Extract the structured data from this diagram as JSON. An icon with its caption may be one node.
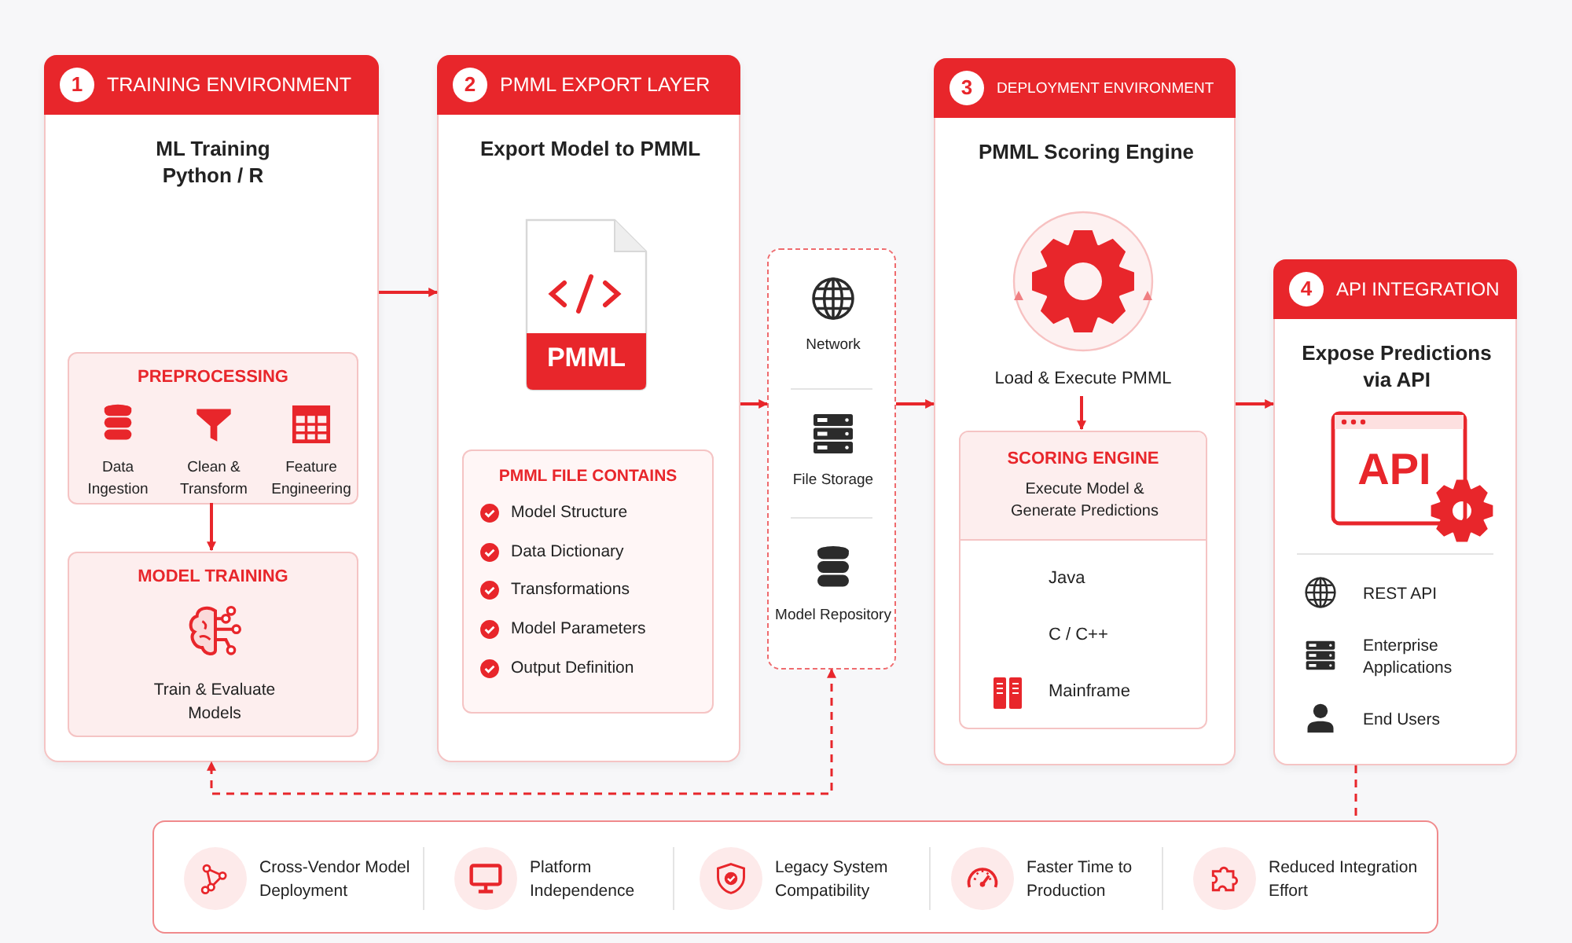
{
  "diagram": {
    "nodes": [
      {
        "text": [
          "1",
          "TRAINING ENVIRONMENT",
          "ML Training Python / R"
        ]
      },
      {
        "text": [
          "PREPROCESSING"
        ],
        "in": 0
      },
      {
        "text": [
          "Data Ingestion"
        ],
        "in": 1
      },
      {
        "text": [
          "Clean & Transform"
        ],
        "in": 1
      },
      {
        "text": [
          "Feature Engineering"
        ],
        "in": 1
      },
      {
        "text": [
          "MODEL TRAINING",
          "Train & Evaluate Models"
        ],
        "in": 0
      },
      {
        "text": [
          "2",
          "PMML EXPORT LAYER",
          "Export Model to PMML"
        ]
      },
      {
        "text": [
          "PMML"
        ],
        "in": 6
      },
      {
        "text": [
          "PMML FILE CONTAINS",
          "Model Structure",
          "Data Dictionary",
          "Transformations",
          "Model Parameters",
          "Output Definition"
        ],
        "in": 6
      },
      {
        "text": [],
        "shape": "box"
      },
      {
        "text": [
          "Network"
        ],
        "in": 9
      },
      {
        "text": [
          "File Storage"
        ],
        "in": 9
      },
      {
        "text": [
          "Model Repository"
        ],
        "in": 9
      },
      {
        "text": [
          "3",
          "DEPLOYMENT ENVIRONMENT",
          "PMML Scoring Engine"
        ]
      },
      {
        "text": [
          "Load & Execute PMML"
        ],
        "in": 13
      },
      {
        "text": [
          "SCORING ENGINE",
          "Execute Model & Generate Predictions",
          "Java",
          "C / C++",
          "Mainframe"
        ],
        "in": 13
      },
      {
        "text": [
          "4",
          "API INTEGRATION",
          "Expose Predictions via API",
          "REST API",
          "Enterprise Applications",
          "End Users"
        ]
      },
      {
        "text": [
          "API"
        ],
        "in": 16
      },
      {
        "text": [],
        "shape": "box"
      },
      {
        "text": [
          "Cross-Vendor Model Deployment"
        ],
        "in": 18
      },
      {
        "text": [
          "Platform Independence"
        ],
        "in": 18
      },
      {
        "text": [
          "Legacy System Compatibility"
        ],
        "in": 18
      },
      {
        "text": [
          "Faster Time to Production"
        ],
        "in": 18
      },
      {
        "text": [
          "Reduced Integration Effort"
        ],
        "in": 18
      }
    ],
    "edges": [
      {
        "from": 0,
        "to": 6,
        "arrow": "to"
      },
      {
        "from": 1,
        "to": 5,
        "arrow": "to"
      },
      {
        "from": 6,
        "to": 9,
        "arrow": "to"
      },
      {
        "from": 9,
        "to": 13,
        "arrow": "to"
      },
      {
        "from": 13,
        "to": 16,
        "arrow": "to"
      },
      {
        "from": 14,
        "to": 15,
        "arrow": "to"
      },
      {
        "from": 9,
        "to": 0,
        "arrow": "both",
        "style": "dashed"
      },
      {
        "from": 16,
        "to": 18,
        "arrow": "none",
        "style": "dashed"
      }
    ]
  }
}
